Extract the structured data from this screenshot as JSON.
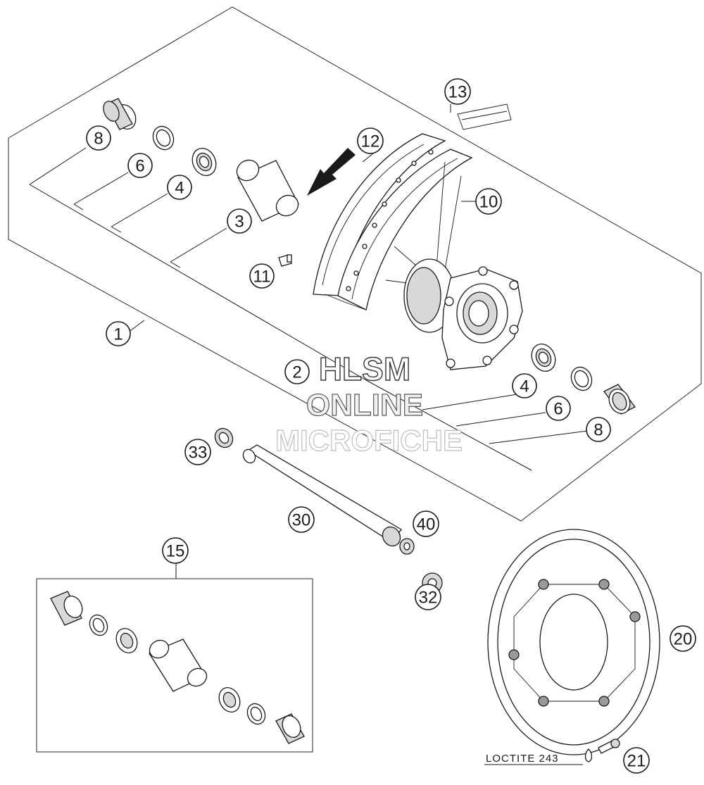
{
  "watermark": {
    "line1": "HLSM",
    "line2": "ONLINE",
    "line3": "MICROFICHE"
  },
  "note": {
    "text": "LOCTITE 243"
  },
  "callouts": {
    "c1": "1",
    "c2": "2",
    "c3": "3",
    "c4a": "4",
    "c4b": "4",
    "c6a": "6",
    "c6b": "6",
    "c8a": "8",
    "c8b": "8",
    "c10": "10",
    "c11": "11",
    "c12": "12",
    "c13": "13",
    "c15": "15",
    "c20": "20",
    "c21": "21",
    "c30": "30",
    "c32": "32",
    "c33": "33",
    "c40": "40"
  }
}
